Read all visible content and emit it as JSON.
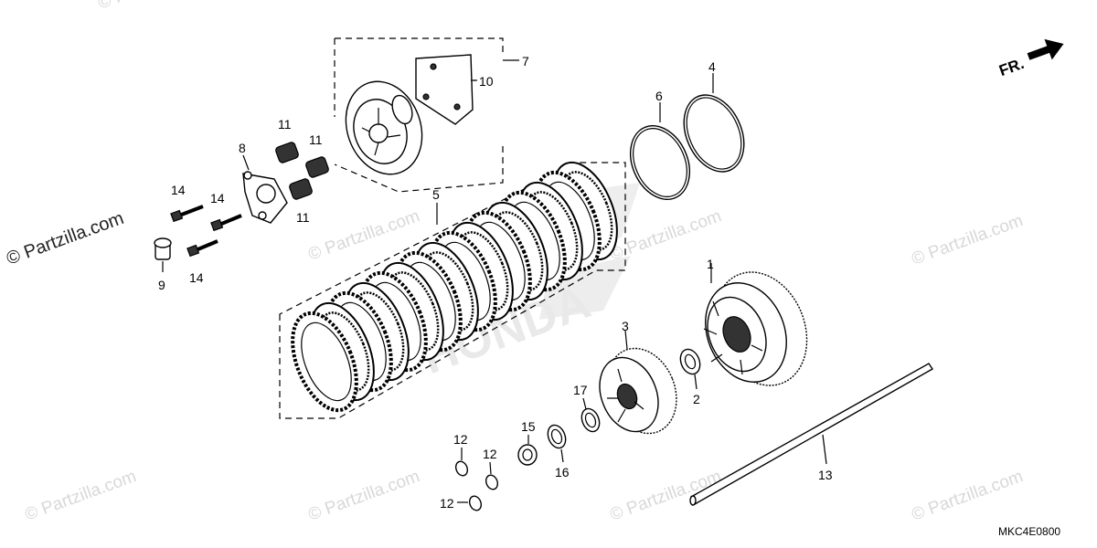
{
  "watermark": "© Partzilla.com",
  "direction_label": "FR.",
  "diagram_code": "MKC4E0800",
  "callouts": {
    "c1": "1",
    "c2": "2",
    "c3": "3",
    "c4": "4",
    "c5": "5",
    "c6": "6",
    "c7": "7",
    "c8": "8",
    "c9": "9",
    "c10": "10",
    "c11a": "11",
    "c11b": "11",
    "c11c": "11",
    "c12a": "12",
    "c12b": "12",
    "c12c": "12",
    "c13": "13",
    "c14a": "14",
    "c14b": "14",
    "c14c": "14",
    "c15": "15",
    "c16": "16",
    "c17": "17"
  }
}
